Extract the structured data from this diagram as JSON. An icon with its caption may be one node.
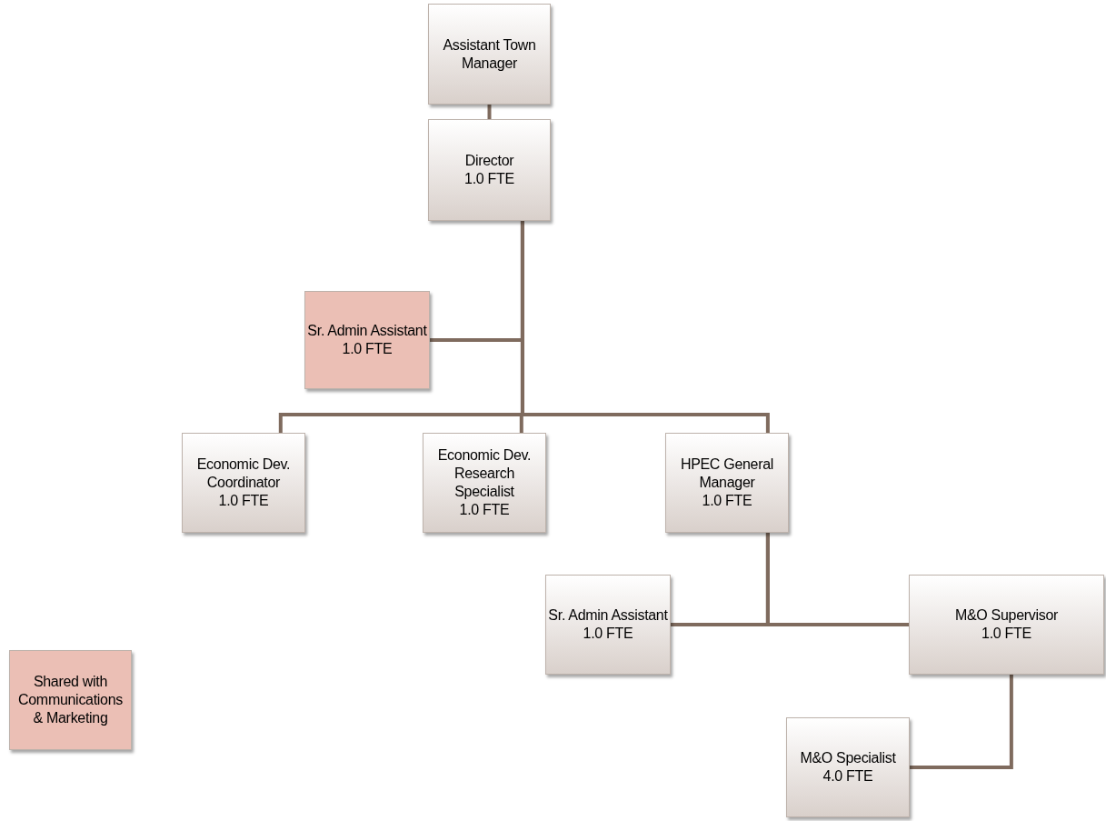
{
  "diagram": {
    "nodes": [
      {
        "text": [
          "Assistant Town Manager"
        ]
      },
      {
        "text": [
          "Director",
          "1.0 FTE"
        ]
      },
      {
        "text": [
          "Sr. Admin Assistant",
          "1.0 FTE"
        ]
      },
      {
        "text": [
          "Economic Dev. Coordinator",
          "1.0 FTE"
        ]
      },
      {
        "text": [
          "Economic Dev. Research Specialist",
          "1.0 FTE"
        ]
      },
      {
        "text": [
          "HPEC General Manager",
          "1.0 FTE"
        ]
      },
      {
        "text": [
          "Sr. Admin Assistant",
          "1.0 FTE"
        ]
      },
      {
        "text": [
          "M&O Supervisor",
          "1.0 FTE"
        ]
      },
      {
        "text": [
          "M&O Specialist",
          "4.0 FTE"
        ]
      }
    ],
    "edges": [
      {
        "from": 0,
        "to": 1,
        "arrow": "none"
      },
      {
        "from": 1,
        "to": 2,
        "arrow": "none"
      },
      {
        "from": 1,
        "to": 3,
        "arrow": "none"
      },
      {
        "from": 1,
        "to": 4,
        "arrow": "none"
      },
      {
        "from": 1,
        "to": 5,
        "arrow": "none"
      },
      {
        "from": 5,
        "to": 6,
        "arrow": "none"
      },
      {
        "from": 5,
        "to": 7,
        "arrow": "none"
      },
      {
        "from": 7,
        "to": 8,
        "arrow": "none"
      }
    ],
    "legend": [
      {
        "text": "Shared with Communications & Marketing",
        "color": "#ebbfb5"
      }
    ]
  }
}
